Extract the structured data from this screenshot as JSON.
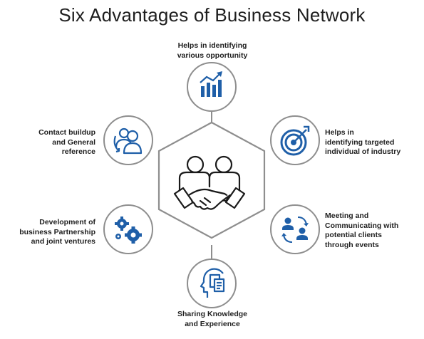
{
  "title": "Six Advantages of Business Network",
  "center": {
    "icon": "handshake-people-icon"
  },
  "advantages": [
    {
      "position": "top",
      "icon": "growth-chart-icon",
      "lines": [
        "Helps in identifying",
        "various opportunity"
      ]
    },
    {
      "position": "top-right",
      "icon": "target-icon",
      "lines": [
        "Helps in",
        "identifying targeted",
        "individual of industry"
      ]
    },
    {
      "position": "bottom-right",
      "icon": "people-exchange-icon",
      "lines": [
        "Meeting and",
        "Communicating with",
        "potential clients",
        "through events"
      ]
    },
    {
      "position": "bottom",
      "icon": "head-documents-icon",
      "lines": [
        "Sharing Knowledge",
        "and Experience"
      ]
    },
    {
      "position": "bottom-left",
      "icon": "gears-icon",
      "lines": [
        "Development of",
        "business Partnership",
        "and joint ventures"
      ]
    },
    {
      "position": "top-left",
      "icon": "contact-people-icon",
      "lines": [
        "Contact buildup",
        "and General",
        "reference"
      ]
    }
  ],
  "colors": {
    "accent": "#1f5fa8",
    "outline": "#8e8e8e",
    "text": "#1f1f1f",
    "icon_dark": "#1a1a1a"
  }
}
